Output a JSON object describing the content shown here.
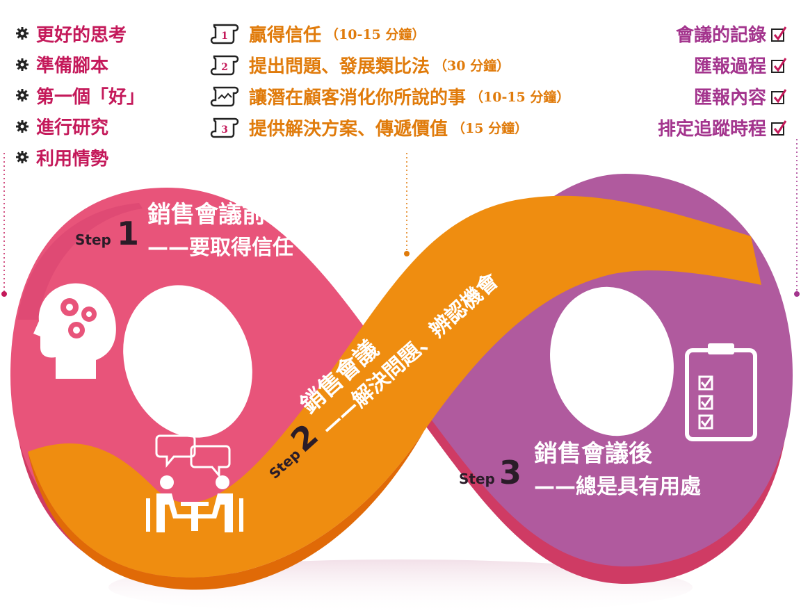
{
  "left_list": [
    "更好的思考",
    "準備腳本",
    "第一個「好」",
    "進行研究",
    "利用情勢"
  ],
  "mid_list": [
    {
      "num": "1",
      "text": "贏得信任",
      "duration": "（10-15 分鐘）",
      "icon": "scroll-1-icon"
    },
    {
      "num": "2",
      "text": "提出問題、發展類比法",
      "duration": "（30 分鐘）",
      "icon": "scroll-2-icon"
    },
    {
      "num": "",
      "text": "讓潛在顧客消化你所說的事",
      "duration": "（10-15 分鐘）",
      "icon": "scroll-blank-icon"
    },
    {
      "num": "3",
      "text": "提供解決方案、傳遞價值",
      "duration": "（15 分鐘）",
      "icon": "scroll-3-icon"
    }
  ],
  "right_list": [
    "會議的記錄",
    "匯報過程",
    "匯報內容",
    "排定追蹤時程"
  ],
  "colors": {
    "pink": "#e8547a",
    "orange": "#ef8d10",
    "purple": "#b05a9e",
    "pink_text": "#c4195a",
    "orange_text": "#e07b0b",
    "purple_text": "#a3348d"
  },
  "steps": [
    {
      "step": "Step",
      "num": "1",
      "title": "銷售會議前",
      "subtitle": "——要取得信任",
      "icon": "head-gears-icon"
    },
    {
      "step": "Step",
      "num": "2",
      "title": "銷售會議",
      "subtitle": "——解決問題、辨認機會",
      "icon": "meeting-icon"
    },
    {
      "step": "Step",
      "num": "3",
      "title": "銷售會議後",
      "subtitle": "——總是具有用處",
      "icon": "clipboard-check-icon"
    }
  ]
}
